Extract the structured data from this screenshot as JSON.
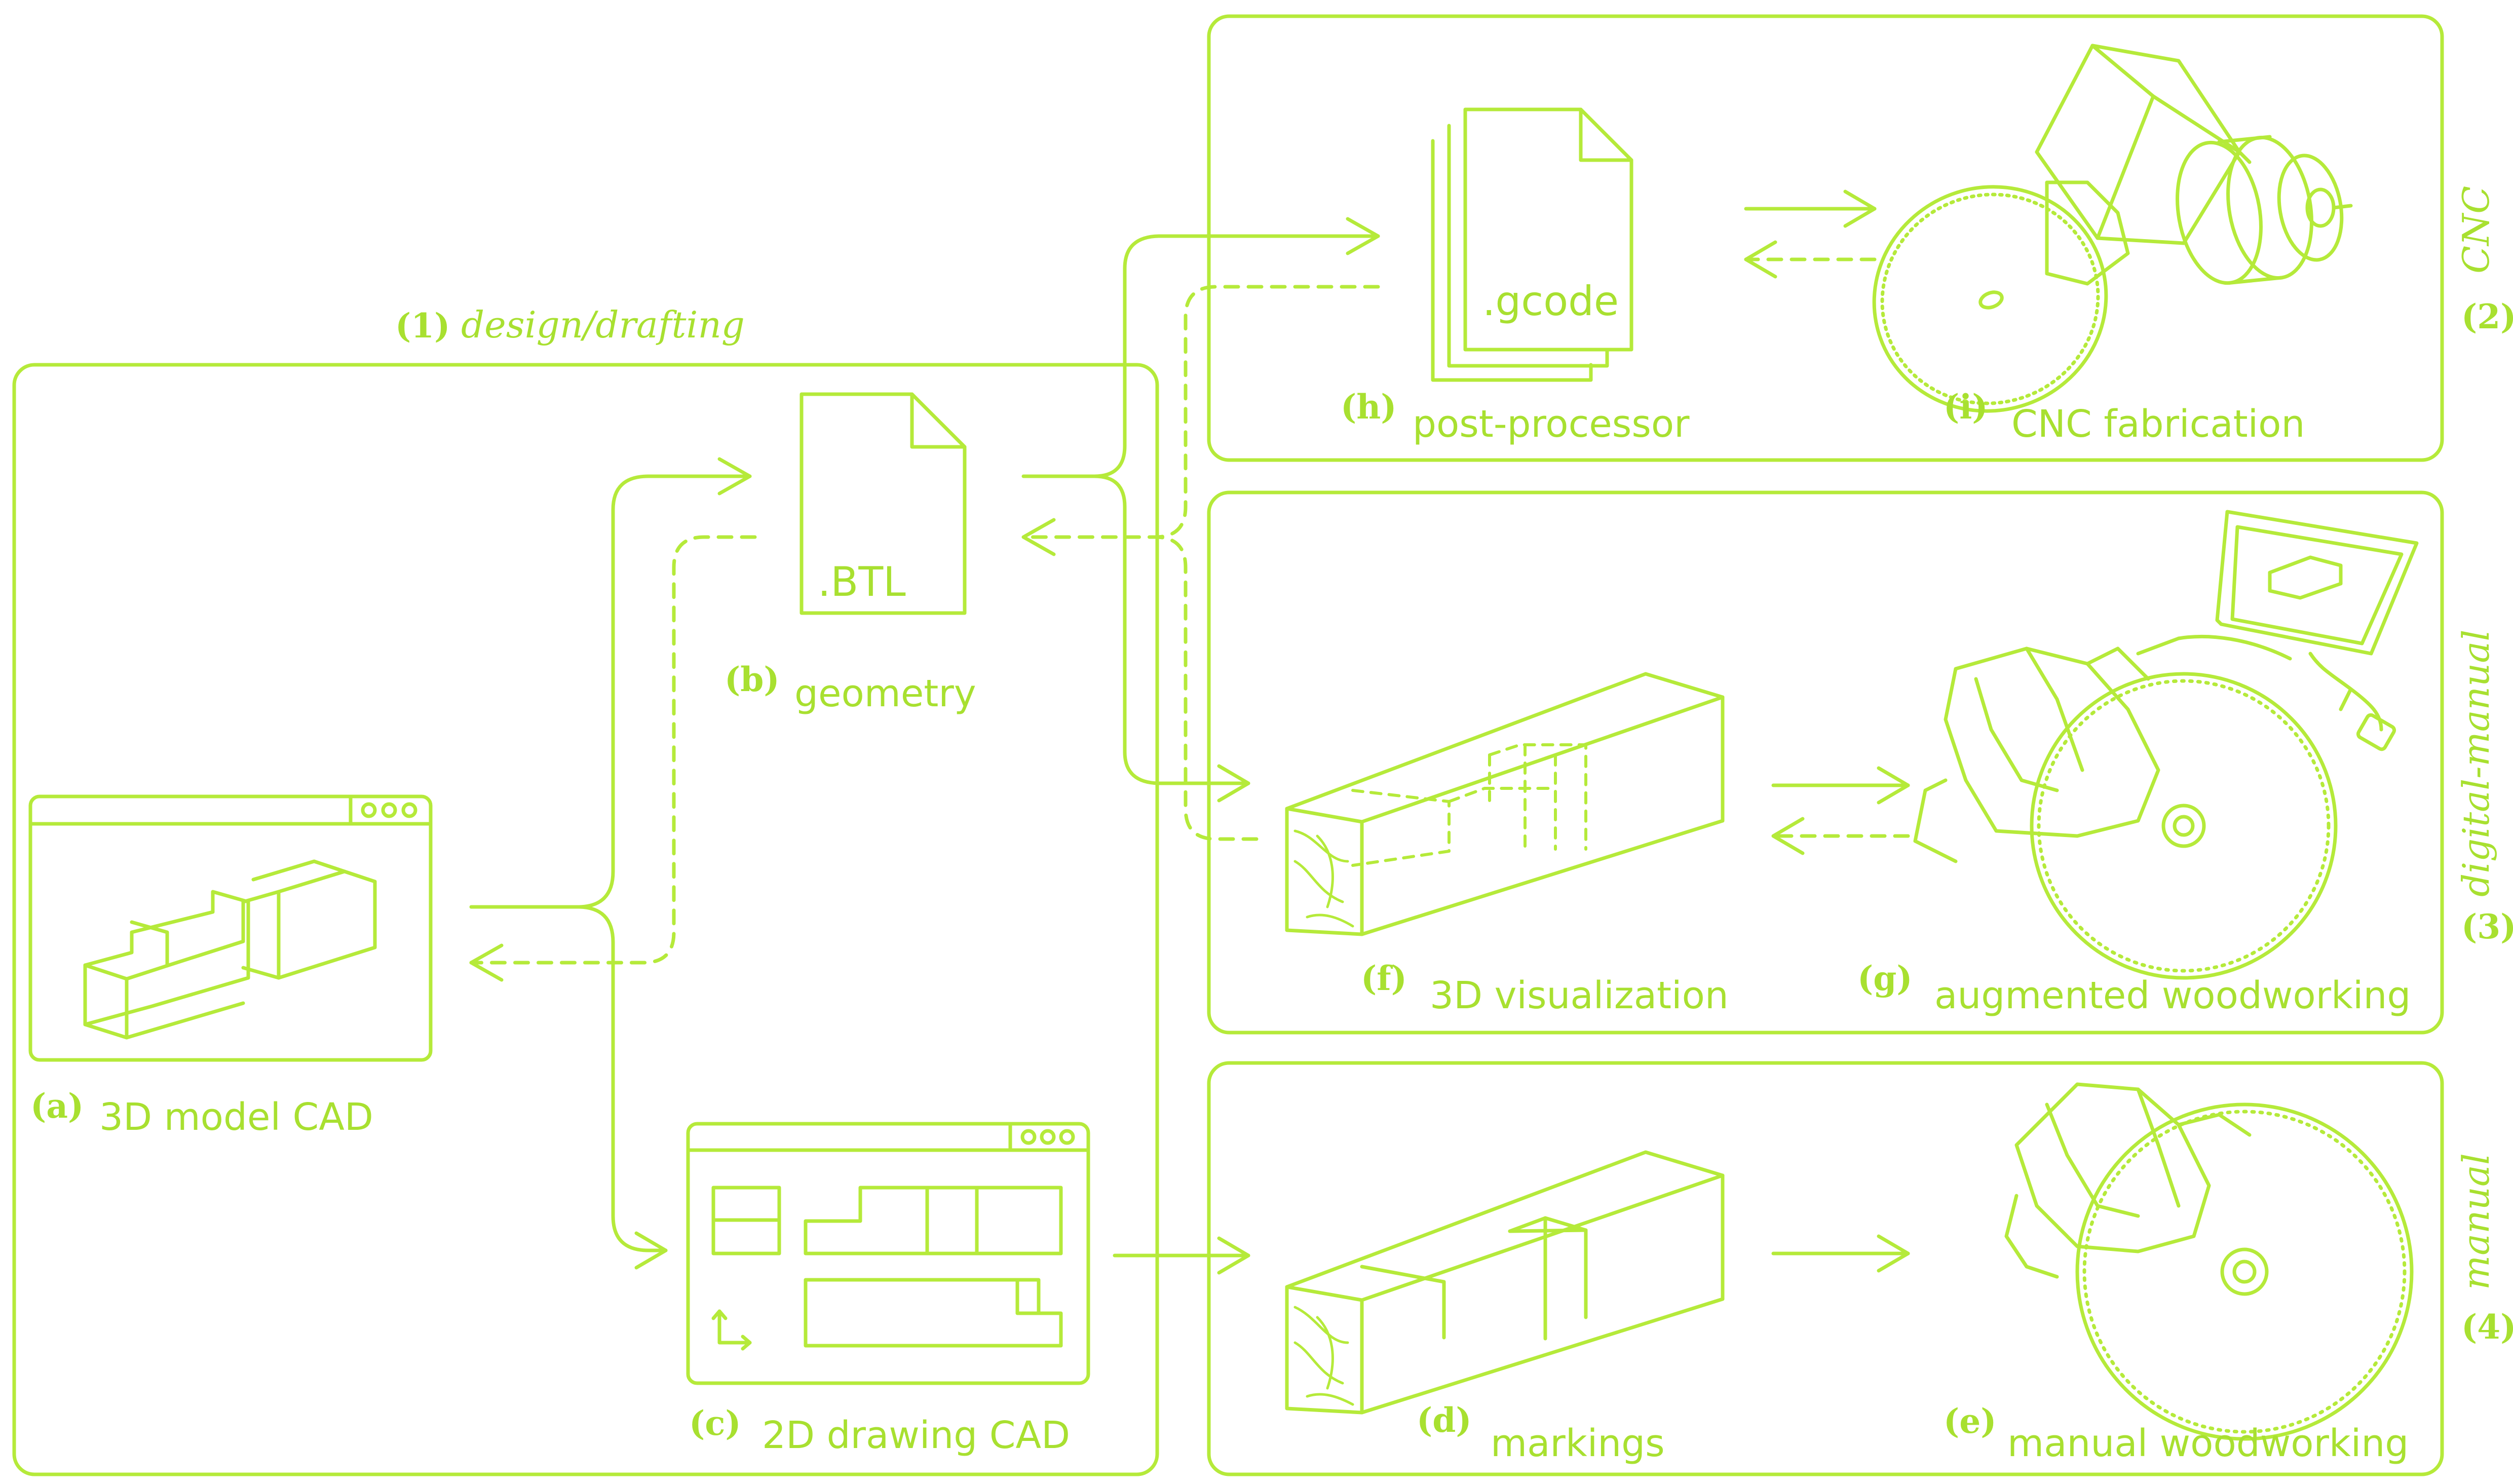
{
  "colors": {
    "stroke": "#b5ea3a",
    "text": "#a8e030",
    "background": "#ffffff"
  },
  "groups": {
    "design": {
      "tag": "(1)",
      "title": "design/drafting"
    },
    "cnc": {
      "tag": "(2)",
      "title": "CNC"
    },
    "digital_manual": {
      "tag": "(3)",
      "title": "digital-manual"
    },
    "manual": {
      "tag": "(4)",
      "title": "manual"
    }
  },
  "nodes": {
    "a": {
      "tag": "(a)",
      "label": "3D model CAD",
      "icon": "cad-window-3d-icon"
    },
    "b": {
      "tag": "(b)",
      "label": "geometry",
      "file_ext": ".BTL",
      "icon": "file-icon"
    },
    "c": {
      "tag": "(c)",
      "label": "2D drawing CAD",
      "icon": "cad-window-2d-icon"
    },
    "d": {
      "tag": "(d)",
      "label": "markings",
      "icon": "timber-beam-icon"
    },
    "e": {
      "tag": "(e)",
      "label": "manual woodworking",
      "icon": "circular-saw-icon"
    },
    "f": {
      "tag": "(f)",
      "label": "3D visualization",
      "icon": "timber-beam-icon"
    },
    "g": {
      "tag": "(g)",
      "label": "augmented woodworking",
      "icon": "augmented-saw-icon"
    },
    "h": {
      "tag": "(h)",
      "label": "post-processor",
      "file_ext": ".gcode",
      "icon": "file-stack-icon"
    },
    "i": {
      "tag": "(i)",
      "label": "CNC fabrication",
      "icon": "cnc-spindle-saw-icon"
    }
  }
}
